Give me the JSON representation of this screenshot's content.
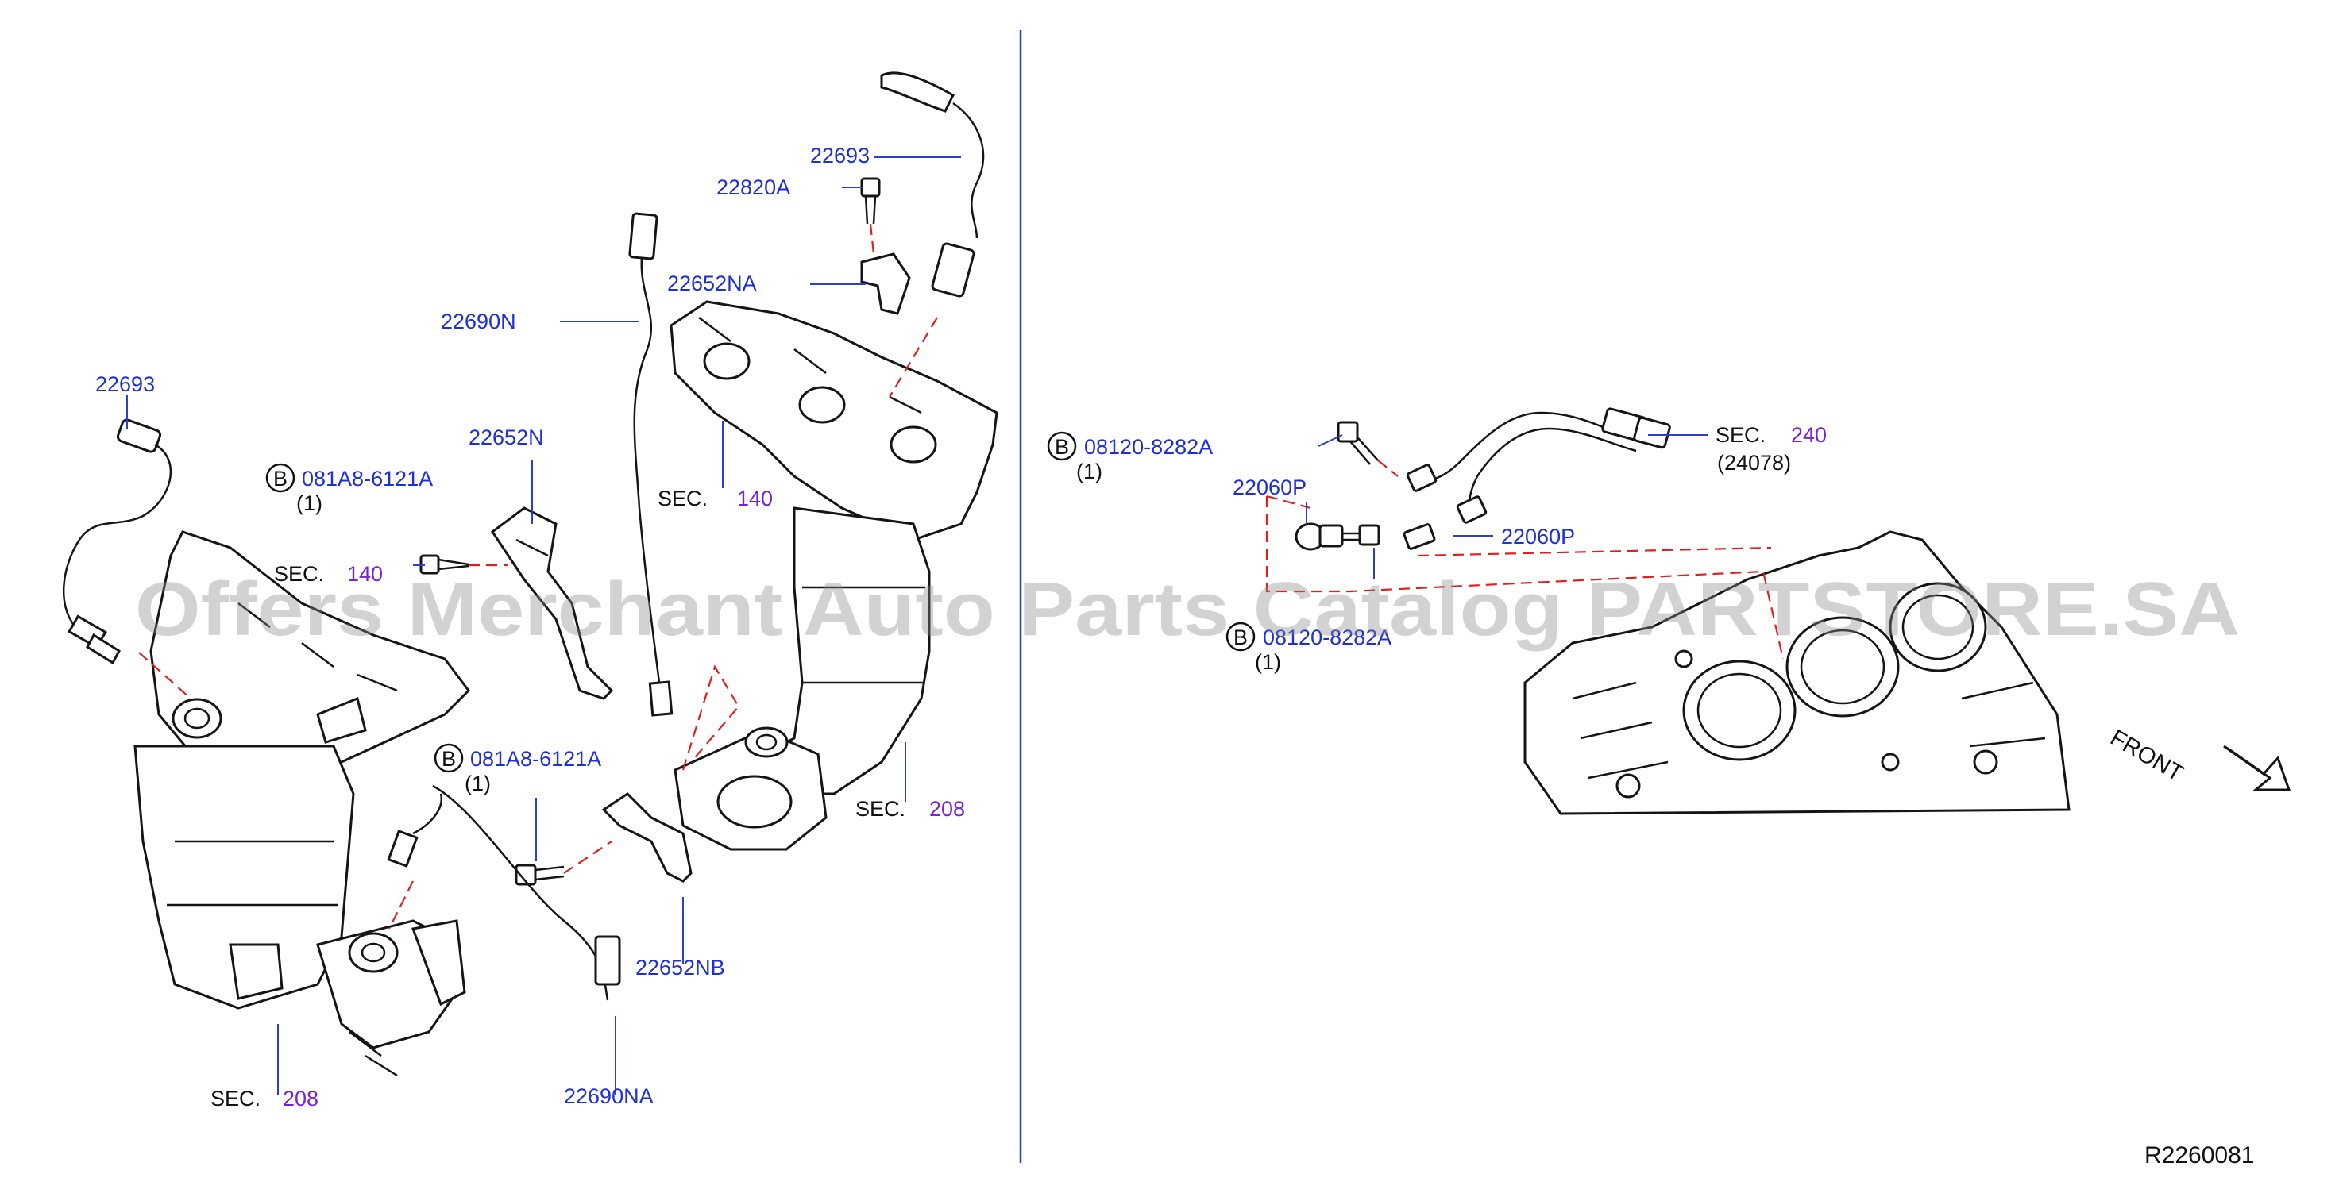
{
  "watermark": "Offers Merchant Auto Parts Catalog PARTSTORE.SA",
  "diagram_code": "R2260081",
  "front_label": "FRONT",
  "callouts": {
    "sensor_left": "22693",
    "sensor_upper": "22693",
    "bolt_22820a": "22820A",
    "bracket_22652na": "22652NA",
    "harness_22690n": "22690N",
    "bracket_22652n": "22652N",
    "bolt_b1_code": "081A8-6121A",
    "bolt_b1_qty": "(1)",
    "bolt_b2_code": "081A8-6121A",
    "bolt_b2_qty": "(1)",
    "bracket_22652nb": "22652NB",
    "harness_22690na": "22690NA",
    "bolt_b3_code": "08120-8282A",
    "bolt_b3_qty": "(1)",
    "bolt_b4_code": "08120-8282A",
    "bolt_b4_qty": "(1)",
    "knock_left": "22060P",
    "knock_right": "22060P"
  },
  "bolt_symbol": "B",
  "sections": {
    "sec_word": "SEC.",
    "left_manifold": "140",
    "left_converter": "208",
    "right_manifold": "140",
    "right_converter": "208",
    "harness": "240",
    "harness_sub": "(24078)"
  }
}
